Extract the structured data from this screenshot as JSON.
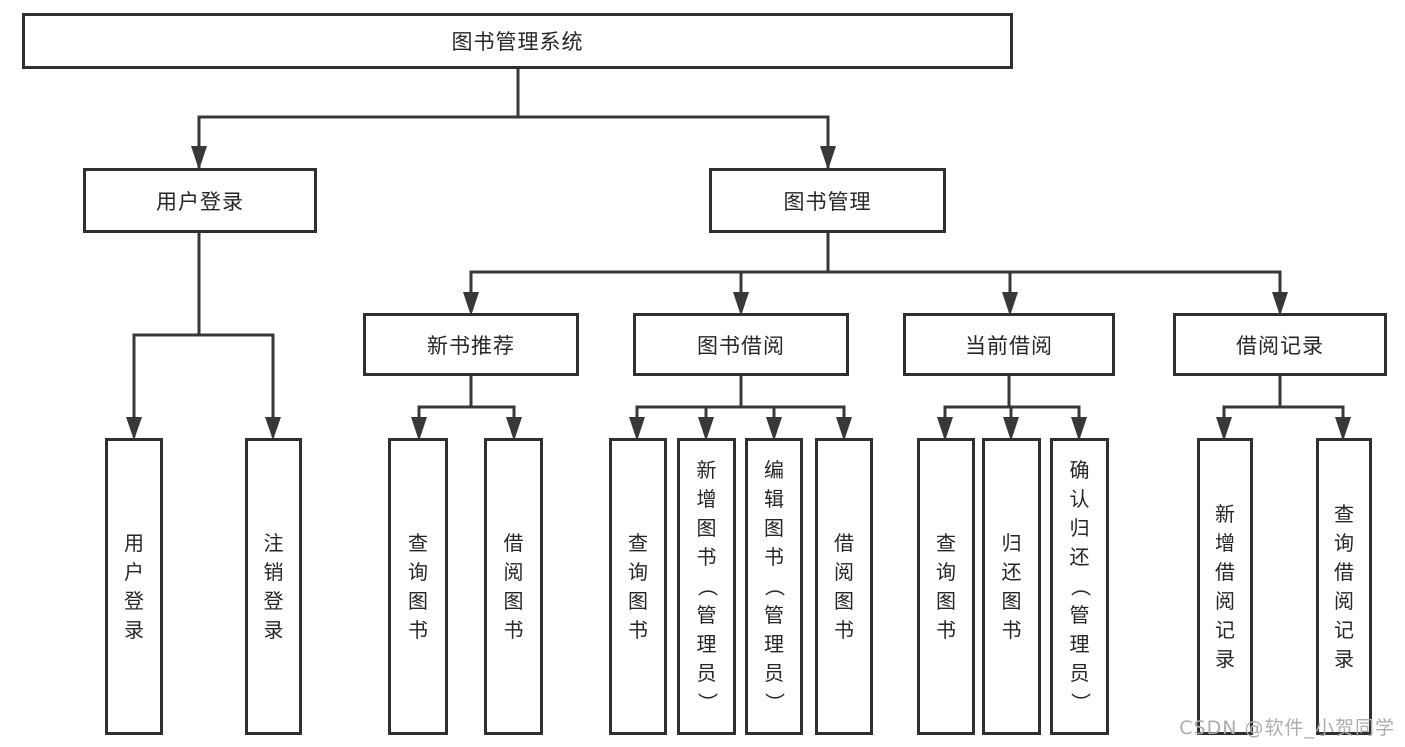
{
  "diagram": {
    "root": {
      "label": "图书管理系统"
    },
    "level2": {
      "user_login": {
        "label": "用户登录"
      },
      "book_mgmt": {
        "label": "图书管理"
      }
    },
    "level3": {
      "new_book": {
        "label": "新书推荐"
      },
      "book_borrow": {
        "label": "图书借阅"
      },
      "current_borrow": {
        "label": "当前借阅"
      },
      "borrow_record": {
        "label": "借阅记录"
      }
    },
    "leaves": {
      "user_login": [
        "用户登录",
        "注销登录"
      ],
      "new_book": [
        "查询图书",
        "借阅图书"
      ],
      "book_borrow": [
        "查询图书",
        "新增图书（管理员）",
        "编辑图书（管理员）",
        "借阅图书"
      ],
      "current_borrow": [
        "查询图书",
        "归还图书",
        "确认归还（管理员）"
      ],
      "borrow_record": [
        "新增借阅记录",
        "查询借阅记录"
      ]
    },
    "watermark": "CSDN @软件_小贺同学",
    "colors": {
      "box_border": "#2f2f2f",
      "line": "#383838",
      "box_fill": "#ffffff",
      "text": "#262626",
      "watermark": "#acacac"
    }
  }
}
